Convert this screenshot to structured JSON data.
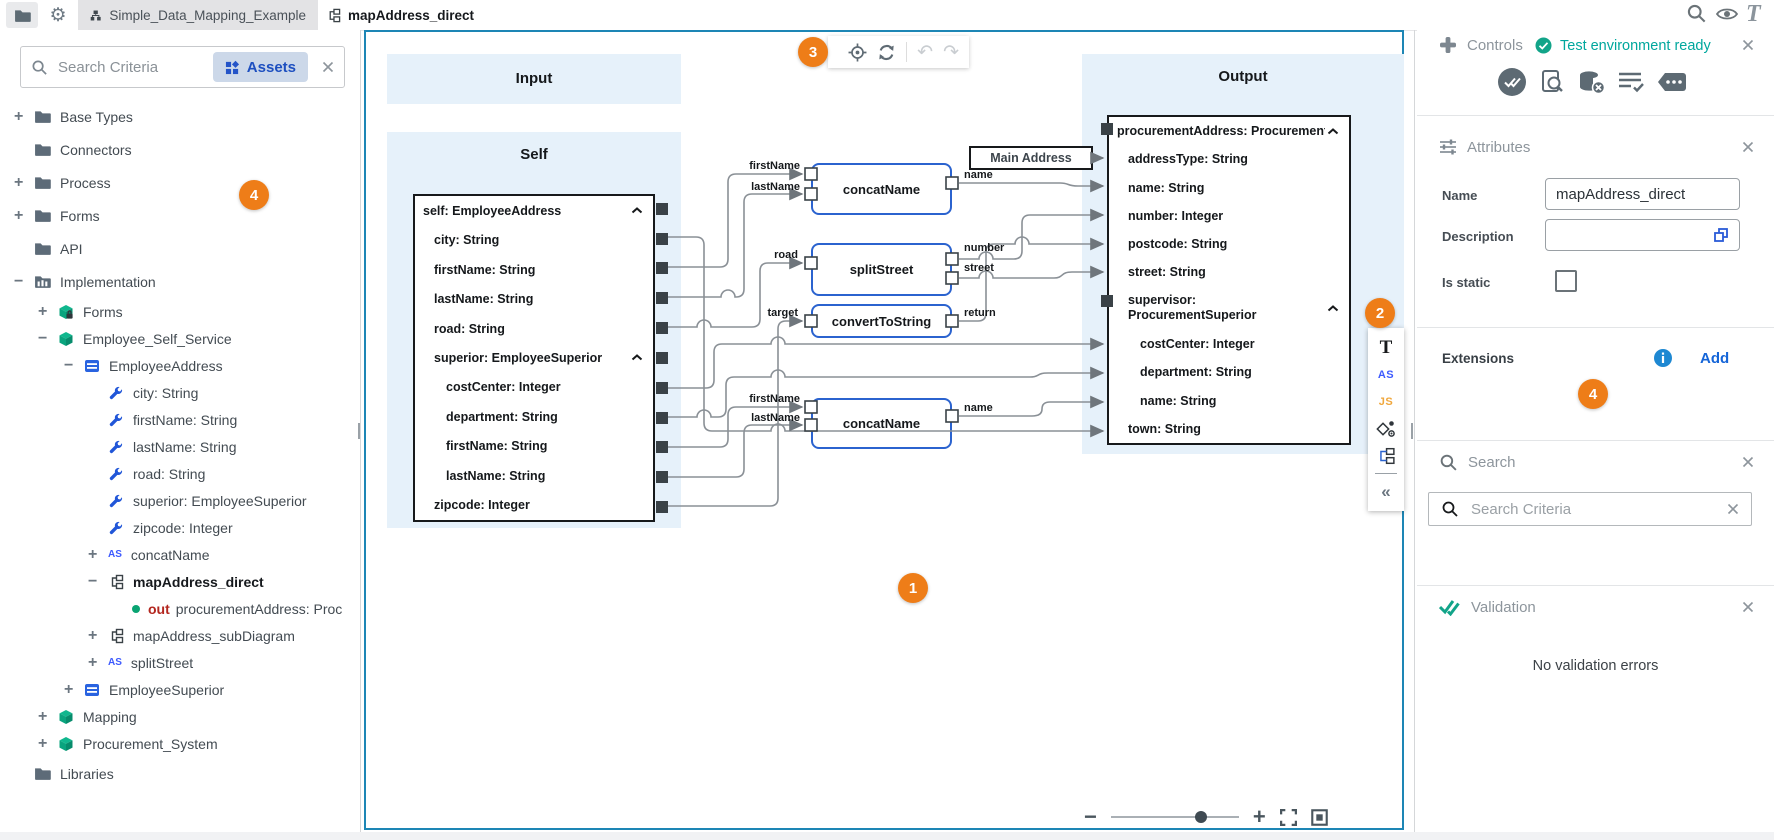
{
  "topbar": {
    "project_tab": "Simple_Data_Mapping_Example",
    "doc_tab": "mapAddress_direct",
    "logo": "T"
  },
  "sidebar": {
    "search_placeholder": "Search Criteria",
    "assets_label": "Assets",
    "tree": [
      {
        "label": "Base Types"
      },
      {
        "label": "Connectors"
      },
      {
        "label": "Process"
      },
      {
        "label": "Forms"
      },
      {
        "label": "API"
      },
      {
        "label": "Implementation"
      },
      {
        "label": "Forms"
      },
      {
        "label": "Employee_Self_Service"
      },
      {
        "label": "EmployeeAddress"
      },
      {
        "label": "city: String"
      },
      {
        "label": "firstName: String"
      },
      {
        "label": "lastName: String"
      },
      {
        "label": "road: String"
      },
      {
        "label": "superior: EmployeeSuperior"
      },
      {
        "label": "zipcode: Integer"
      },
      {
        "label": "concatName"
      },
      {
        "label": "mapAddress_direct"
      },
      {
        "prefix": "out",
        "label": "procurementAddress: Proc"
      },
      {
        "label": "mapAddress_subDiagram"
      },
      {
        "label": "splitStreet"
      },
      {
        "label": "EmployeeSuperior"
      },
      {
        "label": "Mapping"
      },
      {
        "label": "Procurement_System"
      },
      {
        "label": "Libraries"
      }
    ]
  },
  "canvas": {
    "input_title": "Input",
    "self_title": "Self",
    "output_title": "Output",
    "constant_label": "Main Address",
    "nodes": [
      "concatName",
      "splitStreet",
      "convertToString",
      "concatName"
    ],
    "self_rows": [
      "self: EmployeeAddress",
      "city: String",
      "firstName: String",
      "lastName: String",
      "road: String",
      "superior: EmployeeSuperior",
      "costCenter: Integer",
      "department: String",
      "firstName: String",
      "lastName: String",
      "zipcode: Integer"
    ],
    "output_rows": [
      "procurementAddress: ProcurementAddress",
      "addressType: String",
      "name: String",
      "number: Integer",
      "postcode: String",
      "street: String",
      "supervisor: ProcurementSuperior",
      "costCenter: Integer",
      "department: String",
      "name: String",
      "town: String"
    ],
    "port_labels": {
      "fn1": "firstName",
      "ln1": "lastName",
      "road": "road",
      "target": "target",
      "name1": "name",
      "number": "number",
      "street": "street",
      "return": "return",
      "fn2": "firstName",
      "ln2": "lastName",
      "name2": "name"
    },
    "toolbox": {
      "text_tool": "T",
      "as_tool": "AS",
      "js_tool": "JS"
    },
    "badges": {
      "one": "1",
      "two": "2",
      "three": "3",
      "four": "4"
    }
  },
  "right_panel": {
    "controls_title": "Controls",
    "status": "Test environment ready",
    "attributes_title": "Attributes",
    "name_label": "Name",
    "name_value": "mapAddress_direct",
    "description_label": "Description",
    "description_value": "",
    "is_static_label": "Is static",
    "extensions_label": "Extensions",
    "add_label": "Add",
    "search_title": "Search",
    "search_placeholder": "Search Criteria",
    "validation_title": "Validation",
    "validation_message": "No validation errors"
  },
  "colors": {
    "canvas_border": "#1d86b5",
    "node_blue": "#2b63cf",
    "badge_orange": "#ee7d18",
    "status_teal": "#00a79d",
    "panel_blue": "#e6f1fa"
  }
}
